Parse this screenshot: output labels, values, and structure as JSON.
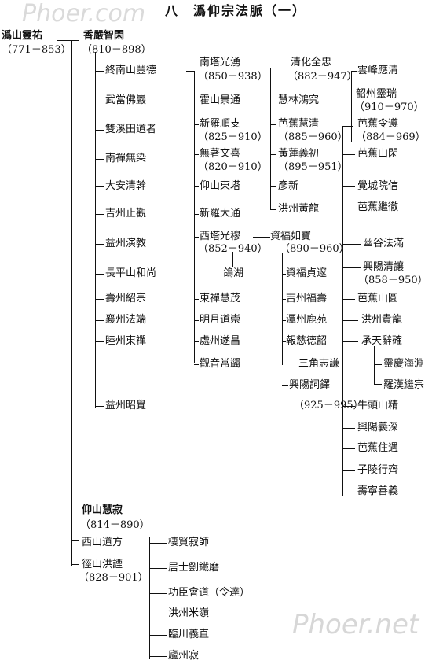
{
  "title": "八　潙仰宗法脈（一）",
  "watermark_top": "Phoer.com",
  "watermark_bottom": "Phoer.net",
  "founder": {
    "name": "潙山靈祐",
    "dates": "（771－853）"
  },
  "gen1": [
    {
      "name": "香嚴智閑",
      "dates": "（810－898）"
    },
    {
      "name": "仰山慧寂",
      "dates": "（814－890）"
    }
  ],
  "xiangyan_disciples": [
    "終南山豐德",
    "武當佛巖",
    "雙溪田道者",
    "南禪無染",
    "大安清幹",
    "吉州止觀",
    "益州演教",
    "長平山和尚",
    "壽州紹宗",
    "襄州法端",
    "睦州東禪",
    "益州昭覺"
  ],
  "gen3": {
    "nanta": {
      "name": "南塔光湧",
      "dates": "（850－938）"
    },
    "huoshan": "霍山景通",
    "xinluo_shun": {
      "name": "新羅順支",
      "dates": "（825－910）"
    },
    "wuzhu": {
      "name": "無著文喜",
      "dates": "（820－910）"
    },
    "yangshan_dongta": "仰山東塔",
    "xinluo_dat": "新羅大通",
    "xita": {
      "name": "西塔光穆",
      "dates": "（852－940）"
    },
    "weihu": "鴿湖",
    "dongchan": "東禪慧茂",
    "mingyue": "明月道崇",
    "chuzhou": "處州遂昌",
    "guanyin": "觀音常蠲"
  },
  "gen4": {
    "qinghua": {
      "name": "清化全忠",
      "dates": "（882－947）"
    },
    "huilin": "慧林鴻究",
    "bajiao": {
      "name": "芭蕉慧清",
      "dates": "（885－960）"
    },
    "huanglian": {
      "name": "黃蓮義初",
      "dates": "（895－951）"
    },
    "yanxin": "彥新",
    "hongzhou_huanglong": "洪州黃龍",
    "zifu_rubao": {
      "name": "資福如寶",
      "dates": "（890－960）"
    },
    "zifu_zhensui": "資福貞邃",
    "jizhou_fushou": "吉州福壽",
    "tanzhou_luyuan": "潭州鹿苑",
    "baoci_deshao": "報慈德韶",
    "sanjiao_zhiqian": "三角志謙",
    "xingyang_ciduo": "興陽詞鐸",
    "xingyang_dates": "（925－995）"
  },
  "gen5": {
    "yunfeng": "雲峰應清",
    "shaozhou": {
      "name": "韶州靈瑞",
      "dates": "（910－970）"
    },
    "bajiao_lingzun": {
      "name": "芭蕉令遵",
      "dates": "（884－969）"
    },
    "bajiao_shanxian": "芭蕉山閑",
    "juecheng": "覺城院信",
    "bajiao_jiche": "芭蕉繼徹",
    "yougu": "幽谷法滿",
    "xingyang_qingrang": {
      "name": "興陽清讓",
      "dates": "（858－950）"
    },
    "bajiao_shanyuan": "芭蕉山圓",
    "hongzhou_guilong": "洪州貴龍",
    "chengtian": "承天辭確",
    "lingqing": "靈慶海淵",
    "luohan": "羅漢繼宗",
    "niutou": "牛頭山精",
    "xingyang_yishen": "興陽義深",
    "bajiao_zhuyu": "芭蕉住遇",
    "ziling": "子陵行齊",
    "shouning": "壽寧善義"
  },
  "yangshan_disciples": {
    "xishan": "西山道方",
    "jingshan": {
      "name": "徑山洪諲",
      "dates": "（828－901）"
    },
    "qixian": "棲賢寂師",
    "jushi": "居士劉鐵磨",
    "gongchen": "功臣會道（令達）",
    "hongzhou_miling": "洪州米嶺",
    "linchuan": "臨川義直",
    "luzhou": "廬州寂"
  }
}
